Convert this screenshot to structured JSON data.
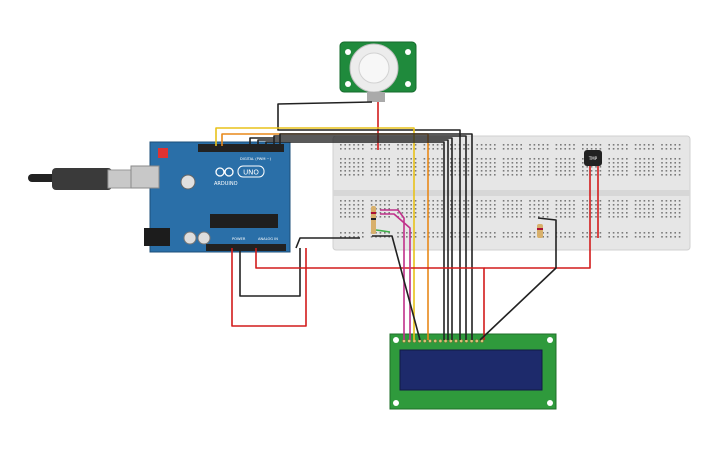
{
  "arduino": {
    "brand": "ARDUINO",
    "model": "UNO",
    "digital_label": "DIGITAL (PWM ~)",
    "power_label": "POWER",
    "analog_label": "ANALOG IN"
  },
  "pir_sensor": {
    "name": "PIR motion sensor"
  },
  "temp_sensor": {
    "name": "TMP"
  },
  "lcd": {
    "name": "16x2 LCD"
  },
  "colors": {
    "board": "#2a6fa8",
    "breadboard": "#e6e6e6",
    "pir_board": "#1f8a3c",
    "lcd_board": "#2f9a3c",
    "lcd_screen": "#1d2a6b",
    "wire_black": "#222222",
    "wire_red": "#d21c1c",
    "wire_yellow": "#e8c21a",
    "wire_orange": "#e8891a",
    "wire_magenta": "#c0308a",
    "wire_green": "#3fae4a"
  }
}
